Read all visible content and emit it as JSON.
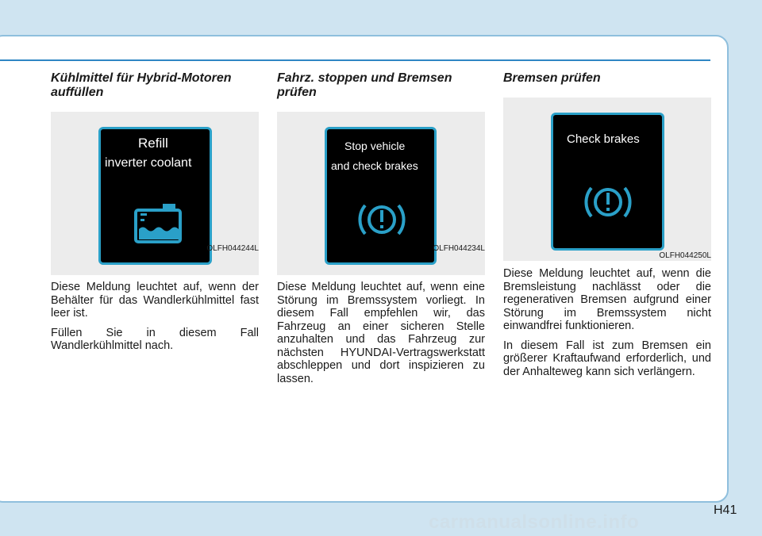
{
  "sections": [
    {
      "title": "Kühlmittel für Hybrid-Motoren auffüllen",
      "figure_code": "OLFH044244L",
      "screen_lines": [
        "Refill",
        "inverter coolant"
      ],
      "icon": "coolant-tank-icon",
      "paragraphs": [
        "Diese Meldung leuchtet auf, wenn der Behälter für das Wandlerkühlmittel fast leer ist.",
        "Füllen Sie in diesem Fall Wandlerkühlmittel nach."
      ]
    },
    {
      "title": "Fahrz. stoppen und Bremsen prüfen",
      "figure_code": "OLFH044234L",
      "screen_lines": [
        "Stop vehicle",
        "and check brakes"
      ],
      "icon": "brake-warning-icon",
      "paragraphs": [
        "Diese Meldung leuchtet auf, wenn eine Störung im Bremssystem vorliegt. In diesem Fall empfehlen wir, das Fahrzeug an einer sicheren Stelle anzuhalten und das Fahrzeug zur nächsten HYUNDAI-Vertragswerkstatt abschleppen und dort inspizieren zu lassen."
      ]
    },
    {
      "title": "Bremsen prüfen",
      "figure_code": "OLFH044250L",
      "screen_lines": [
        "Check brakes"
      ],
      "icon": "brake-warning-icon",
      "paragraphs": [
        "Diese Meldung leuchtet auf, wenn die Bremsleistung nachlässt oder die regenerativen Bremsen aufgrund einer Störung im Bremssystem nicht einwandfrei funktionieren.",
        "In diesem Fall ist zum Bremsen ein größerer Kraftaufwand erforderlich, und der Anhalteweg kann sich verlängern."
      ]
    }
  ],
  "page_number": "H41",
  "watermark": "carmanualsonline.info",
  "colors": {
    "background": "#cfe4f1",
    "rule": "#2f86c4",
    "screen_border": "#2aa0c8",
    "icon": "#2aa0c8"
  }
}
